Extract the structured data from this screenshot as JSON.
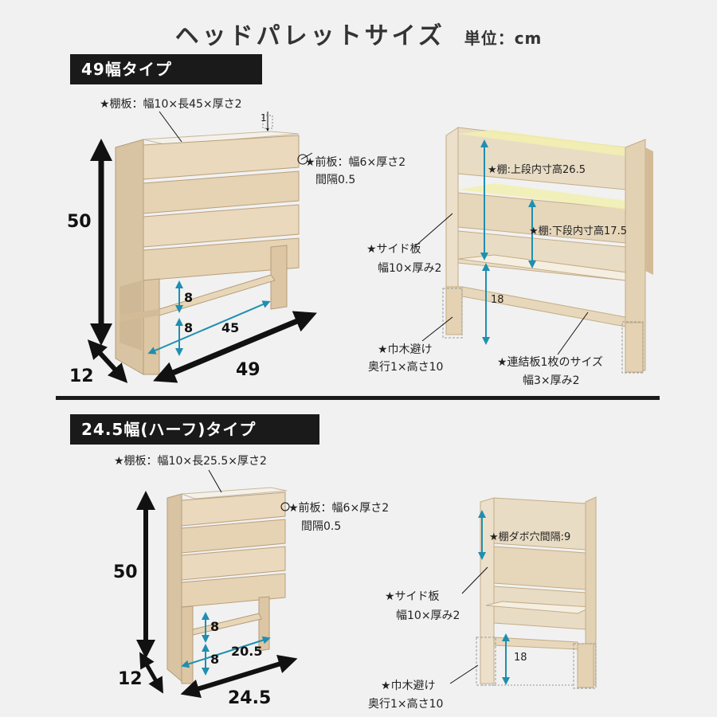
{
  "header": {
    "title": "ヘッドパレットサイズ",
    "unit": "単位：cm"
  },
  "colors": {
    "wood": "#e8d9c0",
    "wood_dark": "#cdb594",
    "accent": "#1f8fb0",
    "band": "#1a1a1a",
    "shelf_highlight": "#f2f0b0"
  },
  "type49": {
    "band": "49幅タイプ",
    "shelf_board": "★棚板：幅10×長45×厚さ2",
    "shelf_gap": "1",
    "front_board": "★前板：幅6×厚さ2",
    "front_gap": "間隔0.5",
    "dims": {
      "height": "50",
      "depth": "12",
      "width": "49",
      "inner_w": "45",
      "gap_upper": "8",
      "gap_lower": "8"
    },
    "right": {
      "upper": "★棚:上段内寸高26.5",
      "lower": "★棚:下段内寸高17.5",
      "side_board_1": "★サイド板",
      "side_board_2": "幅10×厚み2",
      "floor_gap": "18",
      "baseboard_1": "★巾木避け",
      "baseboard_2": "奥行1×高さ10",
      "connector_1": "★連結板1枚のサイズ",
      "connector_2": "幅3×厚み2"
    }
  },
  "type245": {
    "band": "24.5幅(ハーフ)タイプ",
    "shelf_board": "★棚板：幅10×長25.5×厚さ2",
    "front_board": "★前板：幅6×厚さ2",
    "front_gap": "間隔0.5",
    "dims": {
      "height": "50",
      "depth": "12",
      "width": "24.5",
      "inner_w": "20.5",
      "gap_upper": "8",
      "gap_lower": "8"
    },
    "right": {
      "dowel": "★棚ダボ穴間隔:9",
      "side_board_1": "★サイド板",
      "side_board_2": "幅10×厚み2",
      "floor_gap": "18",
      "baseboard_1": "★巾木避け",
      "baseboard_2": "奥行1×高さ10"
    }
  }
}
